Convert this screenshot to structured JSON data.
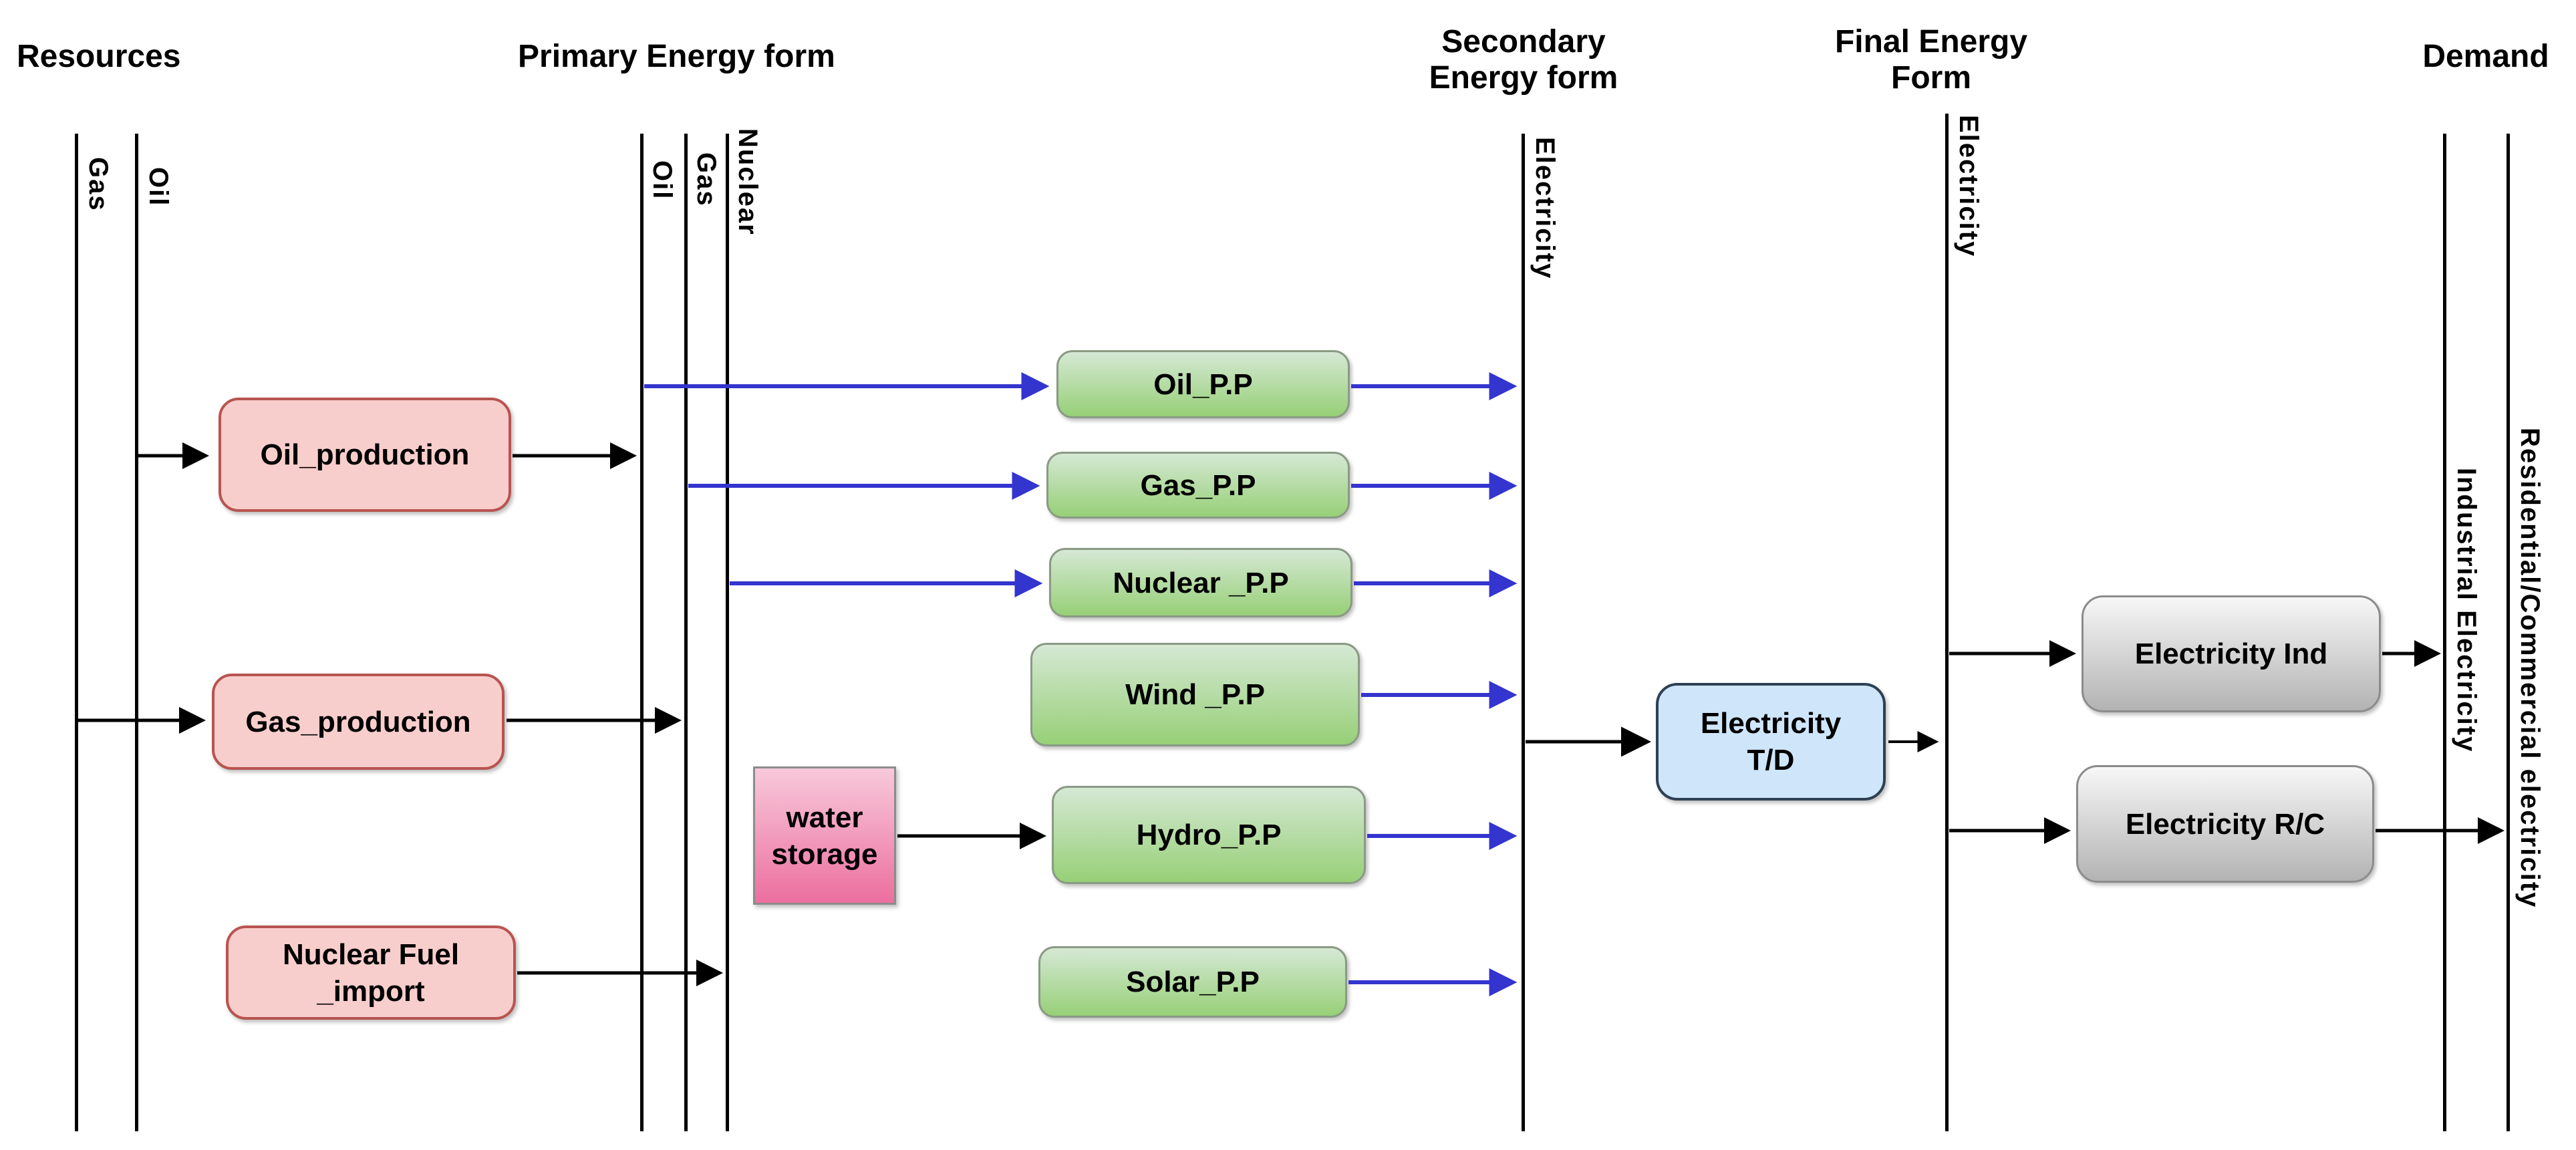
{
  "headers": {
    "resources": "Resources",
    "primary": "Primary Energy form",
    "secondary": "Secondary\nEnergy form",
    "final": "Final Energy\nForm",
    "demand": "Demand"
  },
  "lines": {
    "gas_resource": "Gas",
    "oil_resource": "Oil",
    "oil_primary": "Oil",
    "gas_primary": "Gas",
    "nuclear_primary": "Nuclear",
    "electricity_secondary": "Electricity",
    "electricity_final": "Electricity",
    "industrial_demand": "Industrial Electricity",
    "residential_demand": "Residential/Commercial electricity"
  },
  "nodes": {
    "oil_production": "Oil_production",
    "gas_production": "Gas_production",
    "nuclear_fuel_import": "Nuclear Fuel\n_import",
    "water_storage": "water\nstorage",
    "oil_pp": "Oil_P.P",
    "gas_pp": "Gas_P.P",
    "nuclear_pp": "Nuclear _P.P",
    "wind_pp": "Wind _P.P",
    "hydro_pp": "Hydro_P.P",
    "solar_pp": "Solar_P.P",
    "electricity_td": "Electricity\nT/D",
    "electricity_ind": "Electricity Ind",
    "electricity_rc": "Electricity R/C"
  },
  "colors": {
    "resource_node_fill": "#f8cecc",
    "resource_node_border": "#b85450",
    "plant_node_fill_top": "#d5e8d4",
    "plant_node_fill_bottom": "#97d077",
    "storage_node_fill_top": "#f8c9da",
    "storage_node_fill_bottom": "#ec6f9f",
    "td_node_fill": "#cfe6fa",
    "td_node_border": "#2e4053",
    "demand_node_fill_top": "#f7f7f7",
    "demand_node_fill_bottom": "#b3b3b3",
    "arrow_black": "#000000",
    "arrow_blue": "#3434cf",
    "category_line": "#000000"
  }
}
